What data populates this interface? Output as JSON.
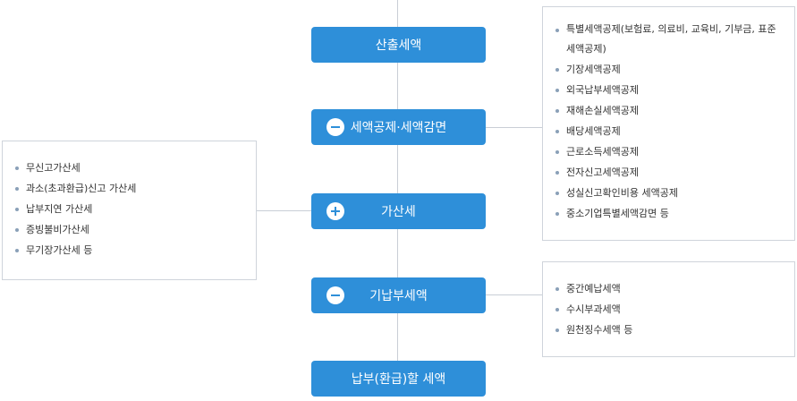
{
  "steps": {
    "calculated_tax": "산출세액",
    "deduction": "세액공제·세액감면",
    "additional_tax": "가산세",
    "prepaid_tax": "기납부세액",
    "payable_tax": "납부(환급)할 세액"
  },
  "deduction_items": [
    "특별세액공제(보험료, 의료비, 교육비, 기부금, 표준세액공제)",
    "기장세액공제",
    "외국납부세액공제",
    "재해손실세액공제",
    "배당세액공제",
    "근로소득세액공제",
    "전자신고세액공제",
    "성실신고확인비용 세액공제",
    "중소기업특별세액감면 등"
  ],
  "additional_tax_items": [
    "무신고가산세",
    "과소(초과환급)신고 가산세",
    "납부지연 가산세",
    "증빙불비가산세",
    "무기장가산세 등"
  ],
  "prepaid_items": [
    "중간예납세액",
    "수시부과세액",
    "원천징수세액 등"
  ],
  "colors": {
    "accent": "#2e8fd9",
    "line": "#c9ced6",
    "border": "#cfd4db"
  },
  "icons": {
    "minus": "minus-circle-icon",
    "plus": "plus-circle-icon"
  }
}
